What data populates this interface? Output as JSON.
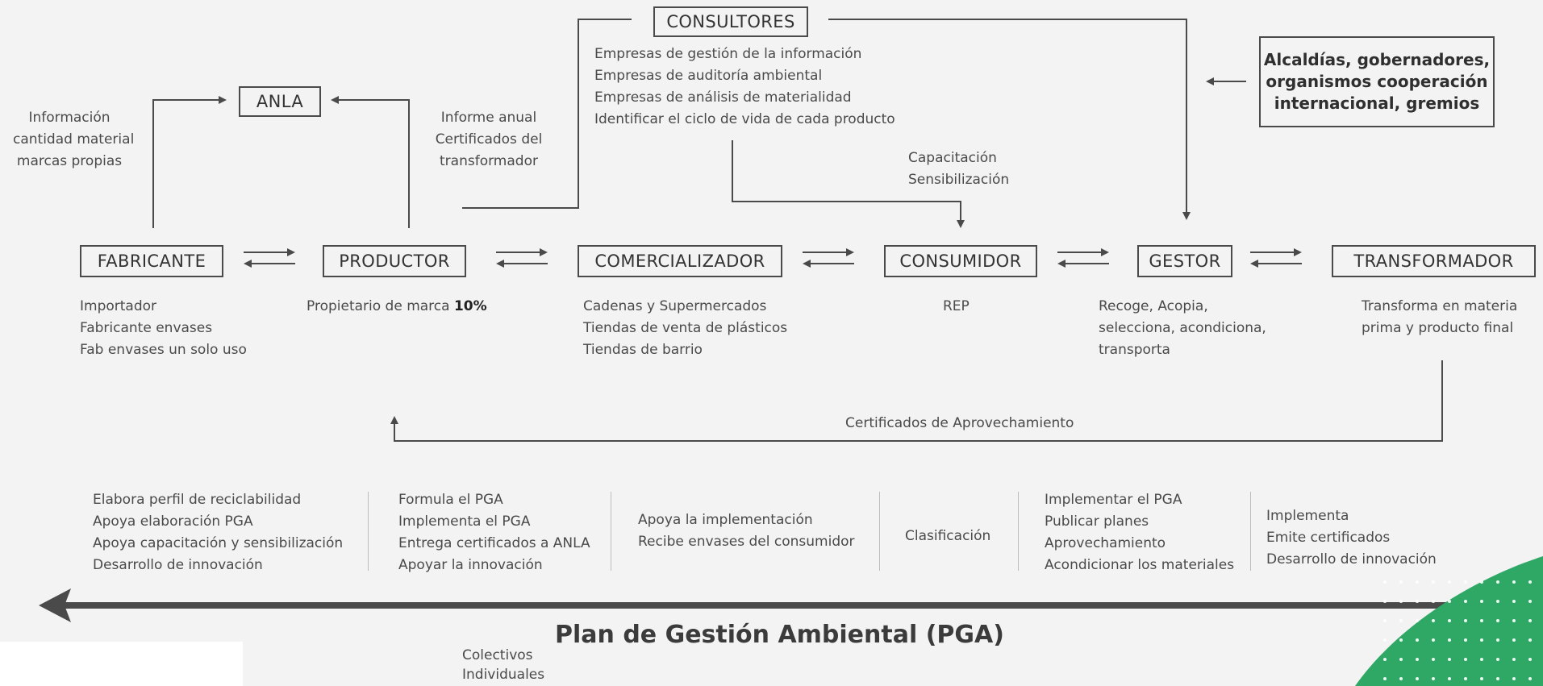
{
  "nodes": {
    "consultores": "CONSULTORES",
    "anla": "ANLA",
    "fabricante": "FABRICANTE",
    "productor": "PRODUCTOR",
    "comercializador": "COMERCIALIZADOR",
    "consumidor": "CONSUMIDOR",
    "gestor": "GESTOR",
    "transformador": "TRANSFORMADOR"
  },
  "government_box": [
    "Alcaldías, gobernadores,",
    "organismos cooperación",
    "internacional, gremios"
  ],
  "consultores_items": [
    "Empresas de gestión de la información",
    "Empresas de auditoría ambiental",
    "Empresas de análisis de materialidad",
    "Identificar el ciclo de vida de cada producto"
  ],
  "anla_info": [
    "Información",
    "cantidad material",
    "marcas propias"
  ],
  "informe": [
    "Informe anual",
    "Certificados del",
    "transformador"
  ],
  "capacitacion": [
    "Capacitación",
    "Sensibilización"
  ],
  "fabricante_desc": [
    "Importador",
    "Fabricante envases",
    "Fab envases un solo uso"
  ],
  "productor_desc": {
    "text": "Propietario de marca ",
    "bold": "10%"
  },
  "comercializador_desc": [
    "Cadenas y Supermercados",
    "Tiendas de venta de plásticos",
    "Tiendas de barrio"
  ],
  "consumidor_desc": [
    "REP"
  ],
  "gestor_desc": [
    "Recoge, Acopia,",
    "selecciona, acondiciona,",
    "transporta"
  ],
  "transformador_desc": [
    "Transforma en materia",
    "prima y producto final"
  ],
  "certificados_aprovechamiento": "Certificados de Aprovechamiento",
  "roles": {
    "fabricante": [
      "Elabora perfil de reciclabilidad",
      "Apoya elaboración PGA",
      "Apoya capacitación y sensibilización",
      "Desarrollo de innovación"
    ],
    "productor": [
      "Formula el PGA",
      "Implementa el PGA",
      "Entrega certificados a ANLA",
      "Apoyar la innovación"
    ],
    "comercializador": [
      "Apoya la implementación",
      "Recibe envases del consumidor"
    ],
    "consumidor": [
      "Clasificación"
    ],
    "gestor": [
      "Implementar el PGA",
      "Publicar planes",
      "Aprovechamiento",
      "Acondicionar los materiales"
    ],
    "transformador": [
      "Implementa",
      "Emite certificados",
      "Desarrollo de innovación"
    ]
  },
  "pga_title": "Plan de Gestión Ambiental (PGA)",
  "colectivos": [
    "Colectivos",
    "Individuales"
  ],
  "colors": {
    "line": "#4a4a4a",
    "accent_green": "#2fa866",
    "background": "#f3f3f3"
  }
}
